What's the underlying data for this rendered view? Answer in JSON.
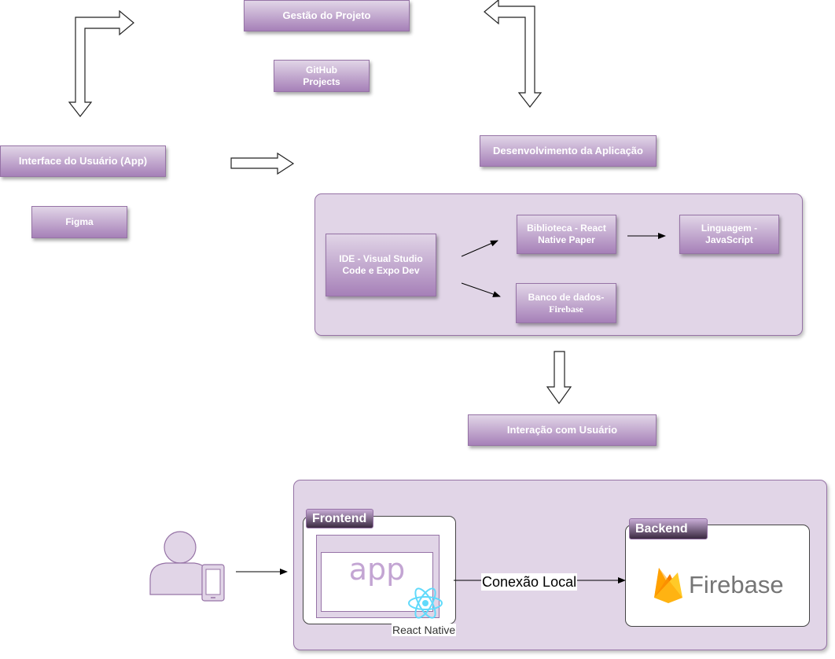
{
  "nodes": {
    "gestao": "Gestão do Projeto",
    "github": "GitHub Projects",
    "interface": "Interface do Usuário (App)",
    "figma": "Figma",
    "desenvolvimento": "Desenvolvimento da Aplicação",
    "ide": "IDE - Visual Studio Code e Expo Dev",
    "biblioteca": "Biblioteca - React Native Paper",
    "linguagem": "Linguagem - JavaScript",
    "banco": "Banco de dados-",
    "firebase_small": "Firebase",
    "interacao": "Interação com Usuário"
  },
  "architecture": {
    "frontend_title": "Frontend",
    "backend_title": "Backend",
    "app_text": "app",
    "react_native_label": "React Native",
    "connection_label": "Conexão Local",
    "firebase_logo_text": "Firebase"
  },
  "colors": {
    "purple_light": "#e1d5e7",
    "purple_stroke": "#9673a6",
    "purple_dark": "#a680b8",
    "react_blue": "#61dafb",
    "firebase_orange": "#ffa000",
    "firebase_yellow": "#ffca28",
    "firebase_red": "#f57c00",
    "firebase_text": "#757575"
  },
  "icons": [
    "user-with-phone-icon",
    "react-logo-icon",
    "firebase-flame-icon"
  ]
}
